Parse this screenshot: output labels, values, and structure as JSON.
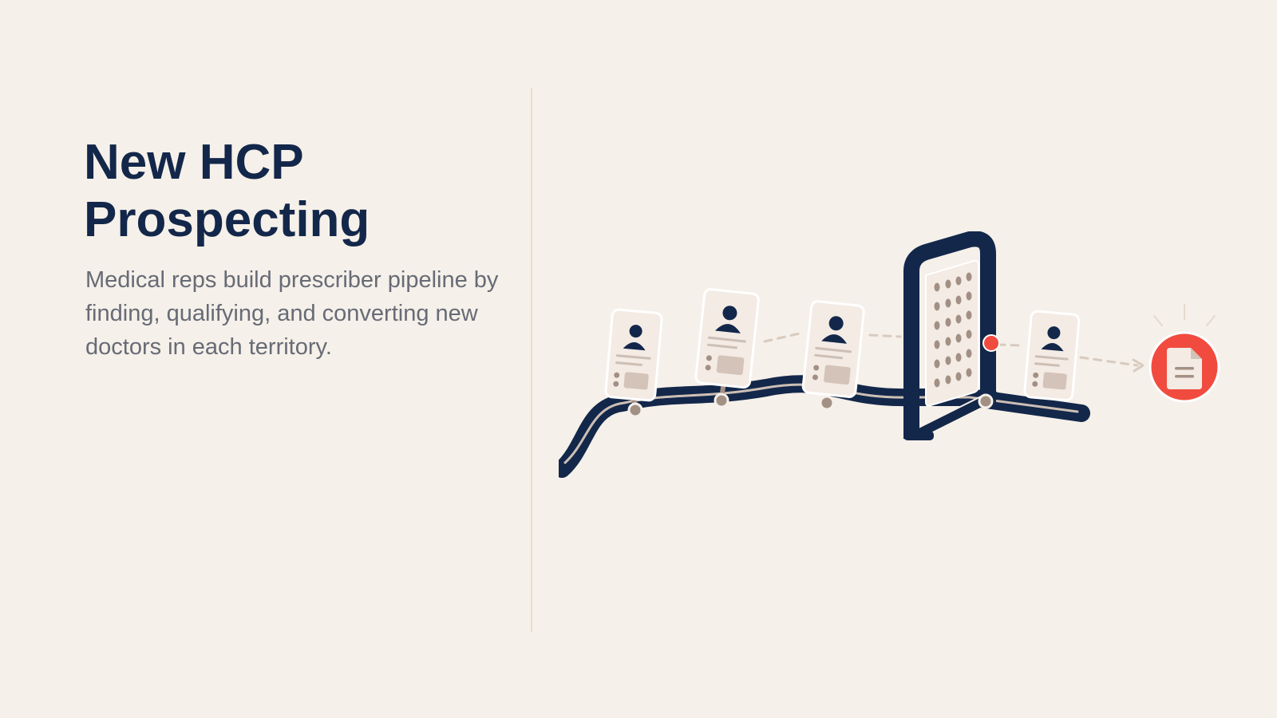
{
  "slide": {
    "title_line1": "New HCP",
    "title_line2": "Prospecting",
    "subtitle": "Medical reps build prescriber pipeline by finding, qualifying, and converting new doctors in each territory."
  },
  "colors": {
    "background": "#f5f0e9",
    "navy": "#13274a",
    "accent_red": "#f14b3f",
    "card": "#f3ebe4",
    "taupe": "#a39085",
    "subtitle_text": "#676b76"
  },
  "illustration": {
    "icons": [
      "doctor-profile-card-icon",
      "filter-gate-icon",
      "document-icon",
      "road-path-icon"
    ]
  }
}
